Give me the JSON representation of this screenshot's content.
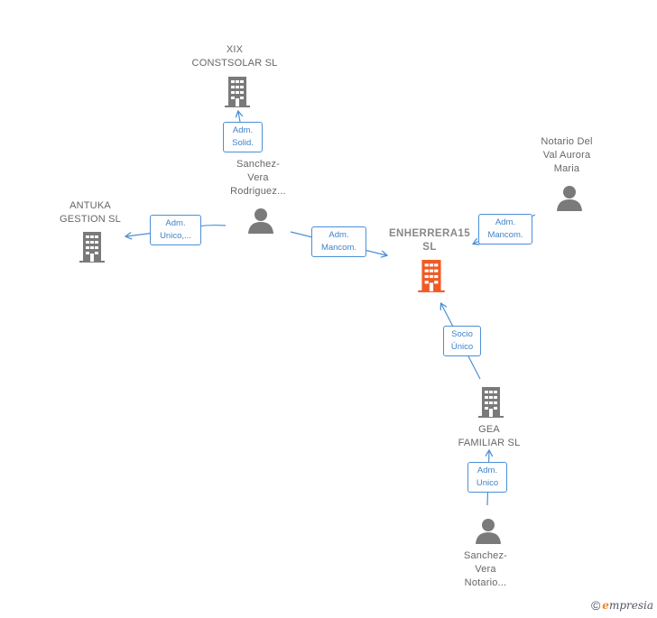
{
  "nodes": {
    "main": {
      "label": "ENHERRERA15\nSL"
    },
    "xix": {
      "label": "XIX\nCONSTSOLAR SL"
    },
    "antuka": {
      "label": "ANTUKA\nGESTION  SL"
    },
    "sanchez_rodriguez": {
      "label": "Sanchez-\nVera\nRodriguez..."
    },
    "notario_del_val": {
      "label": "Notario Del\nVal Aurora\nMaria"
    },
    "gea": {
      "label": "GEA\nFAMILIAR  SL"
    },
    "sanchez_notario": {
      "label": "Sanchez-\nVera\nNotario..."
    }
  },
  "edges": {
    "adm_solid": "Adm.\nSolid.",
    "adm_unico_antuka": "Adm.\nUnico,...",
    "adm_mancom_1": "Adm.\nMancom.",
    "adm_mancom_2": "Adm.\nMancom.",
    "socio_unico": "Socio\nÚnico",
    "adm_unico_gea": "Adm.\nUnico"
  },
  "footer": {
    "copyright": "©",
    "brand_first": "e",
    "brand_rest": "mpresia"
  },
  "colors": {
    "company": "#7a7a7a",
    "main_company": "#f05a24",
    "person": "#7a7a7a",
    "edge": "#4a8fd8"
  },
  "icons": {
    "company": "building-icon",
    "person": "person-icon"
  }
}
